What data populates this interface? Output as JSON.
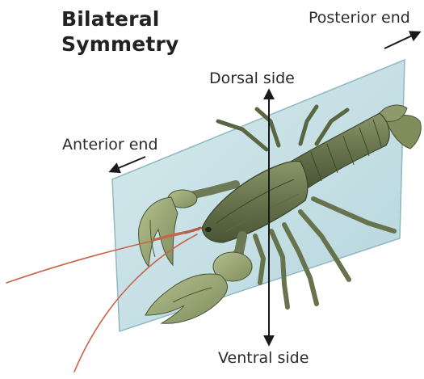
{
  "title": {
    "line1": "Bilateral",
    "line2": "Symmetry"
  },
  "labels": {
    "posterior": "Posterior end",
    "dorsal": "Dorsal side",
    "anterior": "Anterior end",
    "ventral": "Ventral side"
  },
  "colors": {
    "plane": "#bfdde3",
    "plane_edge": "#8fb9c2",
    "body": "#6d7a55",
    "body_dark": "#4a5536",
    "body_light": "#a9b48a",
    "antenna": "#c8644a",
    "arrow": "#1a1a1a",
    "text": "#2a2a2a"
  },
  "illustration": {
    "subject": "crayfish-illustration"
  }
}
